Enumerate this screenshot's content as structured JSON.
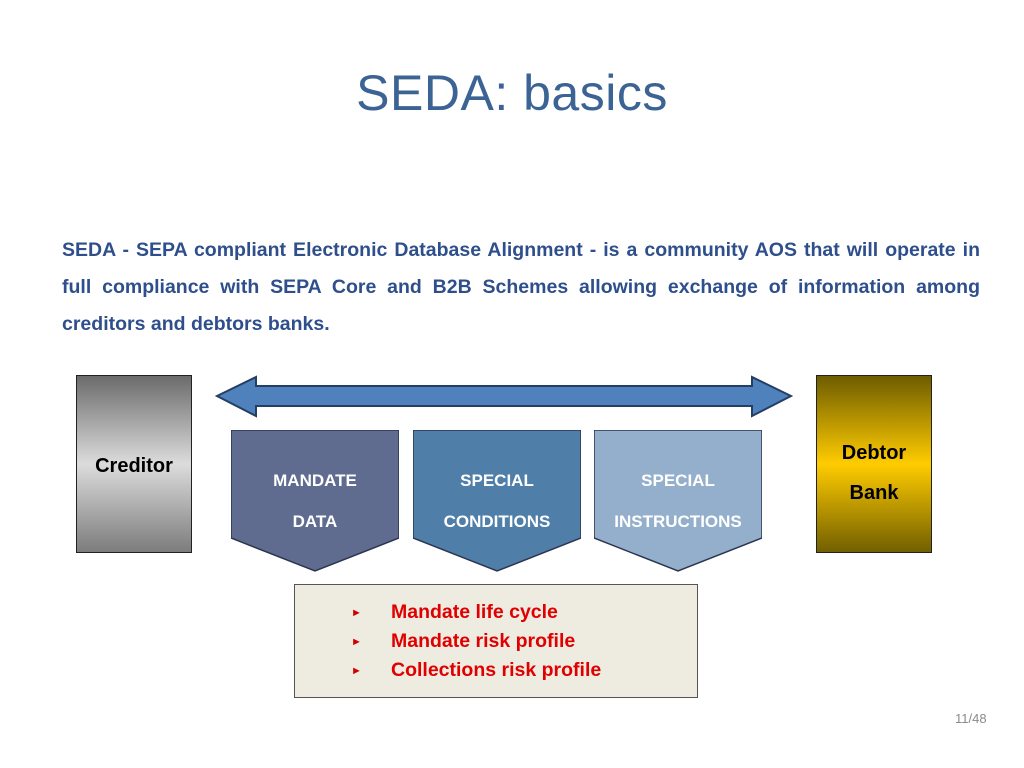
{
  "slide": {
    "title": "SEDA: basics",
    "intro": "SEDA - SEPA compliant Electronic Database Alignment - is a community AOS that will operate in full compliance with SEPA Core and B2B Schemes allowing exchange of information among creditors and debtors banks.",
    "page_number": "11/48"
  },
  "diagram": {
    "creditor": {
      "label": "Creditor"
    },
    "debtor_bank": {
      "line1": "Debtor",
      "line2": "Bank"
    },
    "chevrons": [
      {
        "line1": "MANDATE",
        "line2": "DATA",
        "color": "#5f6c8f"
      },
      {
        "line1": "SPECIAL",
        "line2": "CONDITIONS",
        "color": "#4f7fa9"
      },
      {
        "line1": "SPECIAL",
        "line2": "INSTRUCTIONS",
        "color": "#93afcc"
      }
    ],
    "arrow_color": "#4f81bd",
    "bullet_icon": "triangle-right-icon",
    "bullets": [
      "Mandate life cycle",
      "Mandate risk profile",
      "Collections risk profile"
    ]
  }
}
